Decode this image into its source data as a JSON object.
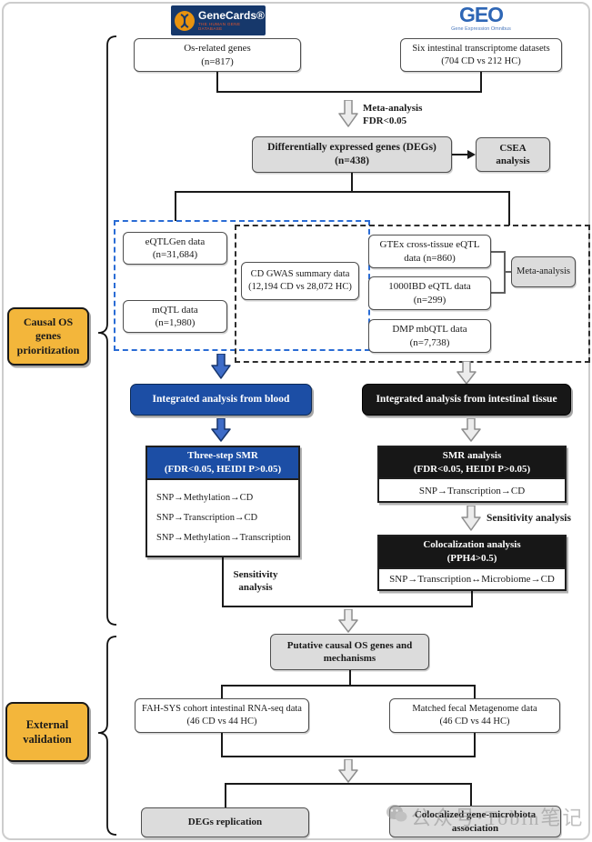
{
  "logos": {
    "genecards": {
      "title": "GeneCards®",
      "subtitle": "THE HUMAN GENE DATABASE"
    },
    "geo": {
      "title": "GEO",
      "subtitle": "Gene Expression Omnibus"
    }
  },
  "sections": {
    "causal_label": {
      "l1": "Causal OS",
      "l2": "genes",
      "l3": "prioritization"
    },
    "external_label": {
      "l1": "External",
      "l2": "validation"
    }
  },
  "nodes": {
    "os_genes": {
      "l1": "Os-related genes",
      "l2": "(n=817)"
    },
    "six_datasets": {
      "l1": "Six intestinal transcriptome datasets",
      "l2": "(704 CD vs 212 HC)"
    },
    "meta_arrow_label": {
      "l1": "Meta-analysis",
      "l2": "FDR<0.05"
    },
    "degs": {
      "l1": "Differentially expressed genes (DEGs)",
      "l2": "(n=438)"
    },
    "csea": {
      "l1": "CSEA",
      "l2": "analysis"
    },
    "eqtlgen": {
      "l1": "eQTLGen data",
      "l2": "(n=31,684)"
    },
    "mqtl": {
      "l1": "mQTL data",
      "l2": "(n=1,980)"
    },
    "cd_gwas": {
      "l1": "CD GWAS summary data",
      "l2": "(12,194 CD vs 28,072 HC)"
    },
    "gtex": {
      "l1": "GTEx cross-tissue eQTL",
      "l2": "data (n=860)"
    },
    "ibd1000": {
      "l1": "1000IBD eQTL data",
      "l2": "(n=299)"
    },
    "dmp": {
      "l1": "DMP mbQTL data",
      "l2": "(n=7,738)"
    },
    "meta_tissue": {
      "l1": "Meta-analysis"
    },
    "blood": {
      "l1": "Integrated analysis from blood"
    },
    "intestinal": {
      "l1": "Integrated analysis from intestinal tissue"
    },
    "three_step": {
      "h1": "Three-step SMR",
      "h2": "(FDR<0.05, HEIDI P>0.05)",
      "rows": [
        "SNP→Methylation→CD",
        "SNP→Transcription→CD",
        "SNP→Methylation→Transcription"
      ]
    },
    "sens_blood": {
      "l1": "Sensitivity",
      "l2": "analysis"
    },
    "smr": {
      "h1": "SMR analysis",
      "h2": "(FDR<0.05, HEIDI P>0.05)",
      "row": "SNP→Transcription→CD"
    },
    "sens_tissue": {
      "l1": "Sensitivity analysis"
    },
    "coloc": {
      "h1": "Colocalization analysis",
      "h2": "(PPH4>0.5)",
      "row": "SNP→Transcription↔Microbiome→CD"
    },
    "putative": {
      "l1": "Putative causal OS genes and",
      "l2": "mechanisms"
    },
    "fah": {
      "l1": "FAH-SYS cohort intestinal RNA-seq data",
      "l2": "(46 CD vs 44 HC)"
    },
    "matched": {
      "l1": "Matched fecal Metagenome data",
      "l2": "(46 CD vs 44 HC)"
    },
    "degs_rep": {
      "l1": "DEGs replication"
    },
    "coloc_assoc": {
      "l1": "Colocalized gene-microbiota",
      "l2": "association"
    }
  },
  "watermark": {
    "text": "公众号·Tobin笔记"
  },
  "colors": {
    "blue_box": "#1c4ea5",
    "black_box": "#171717",
    "yellow_box": "#f3b63b",
    "gray_box": "#dcdcdc",
    "dashed_blue": "#2a6cd5",
    "arrow_blue": "#3e6cc7",
    "genecards_navy": "#16386b",
    "genecards_orange": "#e8930f",
    "geo_blue": "#2e66b5"
  }
}
